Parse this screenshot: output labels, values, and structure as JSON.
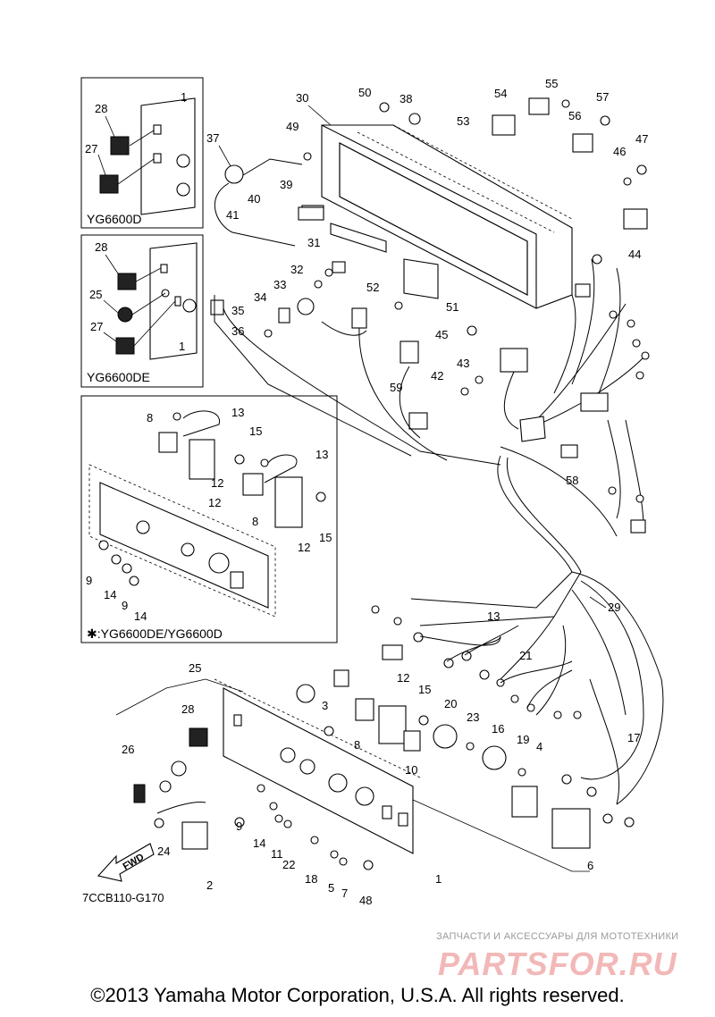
{
  "diagram_code": "7CCB110-G170",
  "copyright": "©2013 Yamaha Motor Corporation, U.S.A. All rights reserved.",
  "watermark": {
    "tagline": "ЗАПЧАСТИ И АКСЕССУАРЫ ДЛЯ МОТОТЕХНИКИ",
    "logo": "PARTSFOR.RU"
  },
  "direction_marker": "FWD",
  "insets": {
    "yg6600d": "YG6600D",
    "yg6600de": "YG6600DE",
    "combined": "✱:YG6600DE/YG6600D"
  },
  "callouts": {
    "n1_inset_d": "1",
    "n28_inset_d": "28",
    "n27_inset_d": "27",
    "n28_inset_de": "28",
    "n25_inset_de": "25",
    "n27_inset_de": "27",
    "n1_inset_de": "1",
    "n37": "37",
    "n30": "30",
    "n49": "49",
    "n50": "50",
    "n38": "38",
    "n54": "54",
    "n55": "55",
    "n53": "53",
    "n56": "56",
    "n57": "57",
    "n47": "47",
    "n46": "46",
    "n39": "39",
    "n40": "40",
    "n41": "41",
    "n31": "31",
    "n44": "44",
    "n32": "32",
    "n33": "33",
    "n34": "34",
    "n35": "35",
    "n36": "36",
    "n52": "52",
    "n51": "51",
    "n45": "45",
    "n43": "43",
    "n42": "42",
    "n59": "59",
    "n58": "58",
    "n8a": "8",
    "n13a": "13",
    "n15a": "15",
    "n12a": "12",
    "n13b": "13",
    "n12b": "12",
    "n8b": "8",
    "n15b": "15",
    "n9a": "9",
    "n14a": "14",
    "n9b": "9",
    "n14b": "14",
    "n29": "29",
    "n13c": "13",
    "n21": "21",
    "n25": "25",
    "n28": "28",
    "n3": "3",
    "n12c": "12",
    "n15c": "15",
    "n20": "20",
    "n23": "23",
    "n16": "16",
    "n19": "19",
    "n4": "4",
    "n17": "17",
    "n8c": "8",
    "n10": "10",
    "n26": "26",
    "n24": "24",
    "n2": "2",
    "n9c": "9",
    "n14c": "14",
    "n11": "11",
    "n22": "22",
    "n18": "18",
    "n5": "5",
    "n7": "7",
    "n48": "48",
    "n1": "1",
    "n6": "6"
  }
}
